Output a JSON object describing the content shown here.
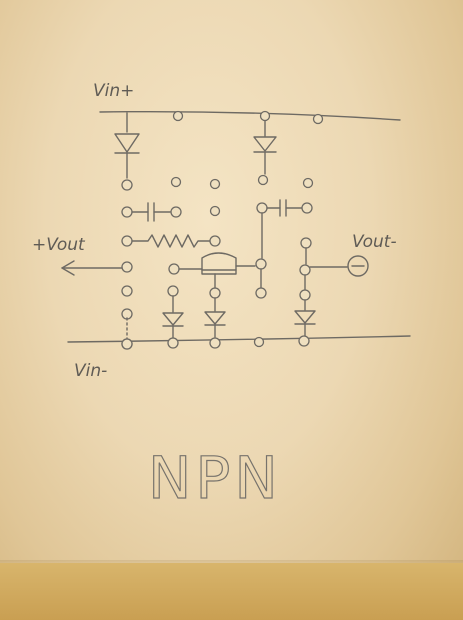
{
  "labels": {
    "vin_plus": "Vin+",
    "vin_minus": "Vin-",
    "vout_plus": "+Vout",
    "vout_minus": "Vout-",
    "transistor_type": "NPN"
  },
  "colors": {
    "paper": "#efdfbd",
    "pencil": "#6e6a63",
    "table": "#d0a95d"
  }
}
